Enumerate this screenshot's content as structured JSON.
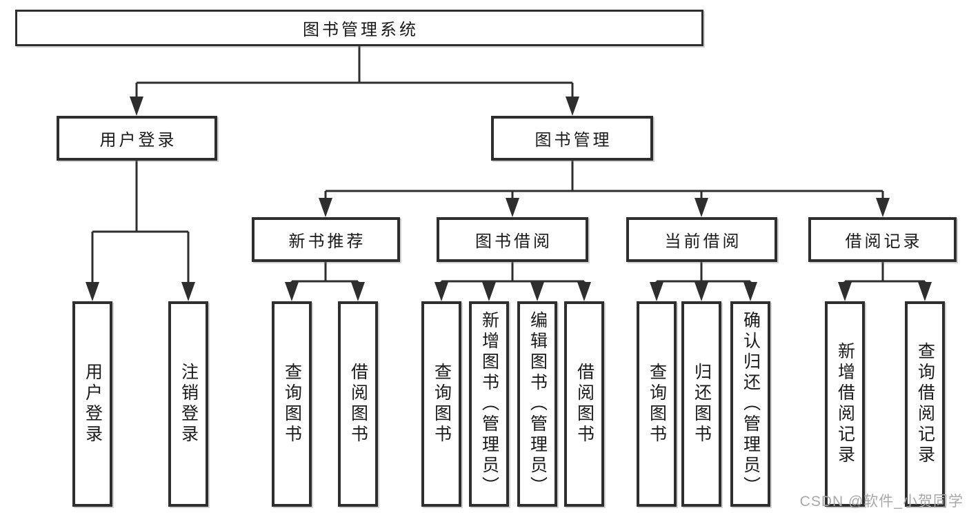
{
  "watermark": "CSDN @软件_小贺同学",
  "colors": {
    "line": "#2e2e2e",
    "text": "#1a1a1a",
    "background": "#ffffff",
    "watermark": "#a8a8a8"
  },
  "tree": {
    "label": "图书管理系统",
    "children": [
      {
        "label": "用户登录",
        "children": [
          {
            "label": "用户登录"
          },
          {
            "label": "注销登录"
          }
        ]
      },
      {
        "label": "图书管理",
        "children": [
          {
            "label": "新书推荐",
            "children": [
              {
                "label": "查询图书"
              },
              {
                "label": "借阅图书"
              }
            ]
          },
          {
            "label": "图书借阅",
            "children": [
              {
                "label": "查询图书"
              },
              {
                "label": "新增图书（管理员）"
              },
              {
                "label": "编辑图书（管理员）"
              },
              {
                "label": "借阅图书"
              }
            ]
          },
          {
            "label": "当前借阅",
            "children": [
              {
                "label": "查询图书"
              },
              {
                "label": "归还图书"
              },
              {
                "label": "确认归还（管理员）"
              }
            ]
          },
          {
            "label": "借阅记录",
            "children": [
              {
                "label": "新增借阅记录"
              },
              {
                "label": "查询借阅记录"
              }
            ]
          }
        ]
      }
    ]
  }
}
